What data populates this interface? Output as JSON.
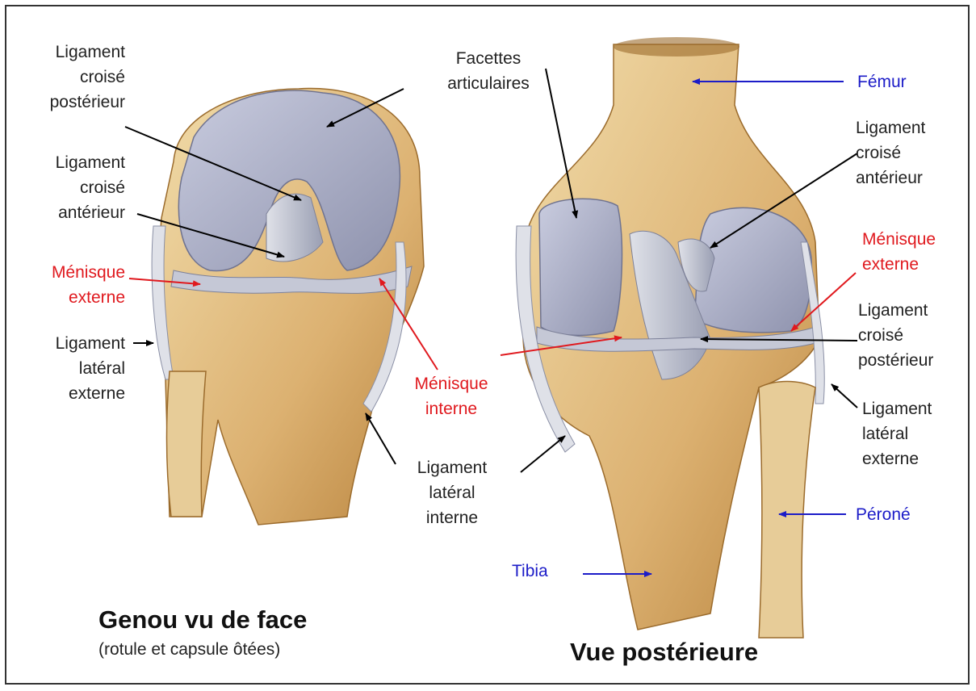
{
  "colors": {
    "black_label": "#222222",
    "red_label": "#e0191e",
    "blue_label": "#1c1cc8",
    "bone": "#e8c98f",
    "cartilage": "#a9adc6"
  },
  "front_view": {
    "title": "Genou vu de face",
    "subtitle": "(rotule et capsule ôtées)",
    "labels": {
      "lcp": [
        "Ligament",
        "croisé",
        "postérieur"
      ],
      "lca": [
        "Ligament",
        "croisé",
        "antérieur"
      ],
      "menisque_externe": [
        "Ménisque",
        "externe"
      ],
      "lle": [
        "Ligament",
        "latéral",
        "externe"
      ]
    }
  },
  "shared_labels": {
    "menisque_interne": [
      "Ménisque",
      "interne"
    ],
    "lli": [
      "Ligament",
      "latéral",
      "interne"
    ]
  },
  "back_view": {
    "title": "Vue postérieure",
    "labels": {
      "facettes": [
        "Facettes",
        "articulaires"
      ],
      "femur": "Fémur",
      "lca": [
        "Ligament",
        "croisé",
        "antérieur"
      ],
      "menisque_externe": [
        "Ménisque",
        "externe"
      ],
      "lcp": [
        "Ligament",
        "croisé",
        "postérieur"
      ],
      "lle": [
        "Ligament",
        "latéral",
        "externe"
      ],
      "perone": "Péroné",
      "tibia": "Tibia"
    }
  }
}
